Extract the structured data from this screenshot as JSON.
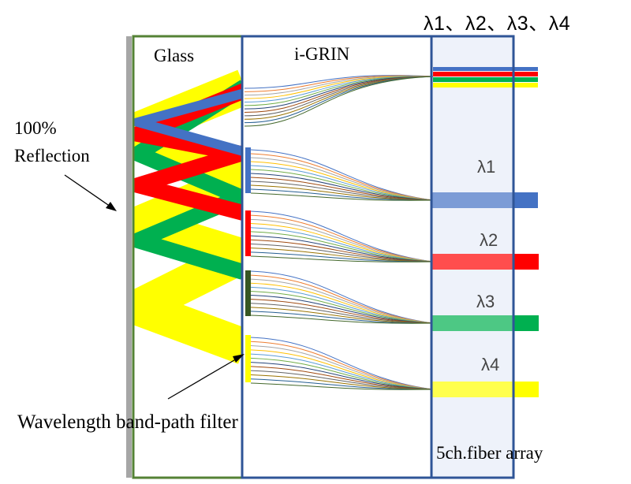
{
  "labels": {
    "glass": "Glass",
    "igrin": "i-GRIN",
    "reflection_line1": "100%",
    "reflection_line2": "Reflection",
    "filter": "Wavelength band-path filter",
    "fiber_array": "5ch.fiber array",
    "wavelength_header": "λ1、λ2、λ3、λ4",
    "wl1": "λ1",
    "wl2": "λ2",
    "wl3": "λ3",
    "wl4": "λ4"
  },
  "colors": {
    "blue": "#4472c4",
    "red": "#ff0000",
    "green": "#00b050",
    "yellow": "#ffff00",
    "glass_border": "#548235",
    "igrin_border": "#2f5597",
    "mirror": "#a6a6a6",
    "filter_dark": "#375623"
  }
}
